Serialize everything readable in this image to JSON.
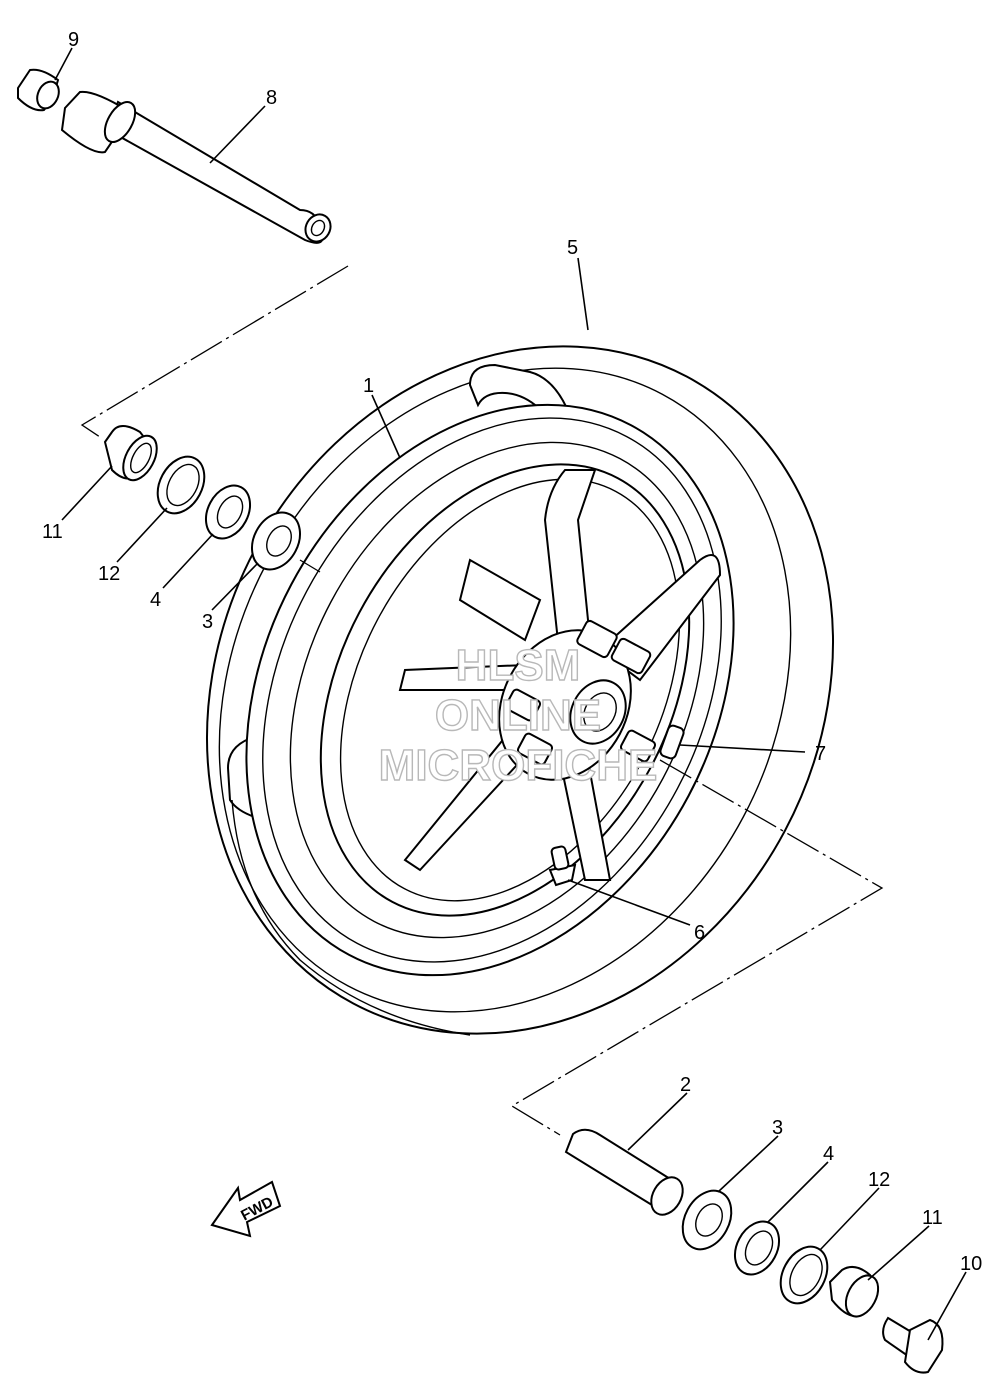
{
  "diagram": {
    "part_labels": [
      "1",
      "2",
      "3",
      "3",
      "4",
      "4",
      "5",
      "6",
      "7",
      "8",
      "9",
      "10",
      "11",
      "11",
      "12",
      "12"
    ],
    "fwd_label": "FWD",
    "watermark": [
      "HLSM",
      "ONLINE",
      "MICROFICHE"
    ],
    "colors": {
      "line": "#000000",
      "background": "#ffffff",
      "watermark": "#b8b8b8"
    }
  }
}
